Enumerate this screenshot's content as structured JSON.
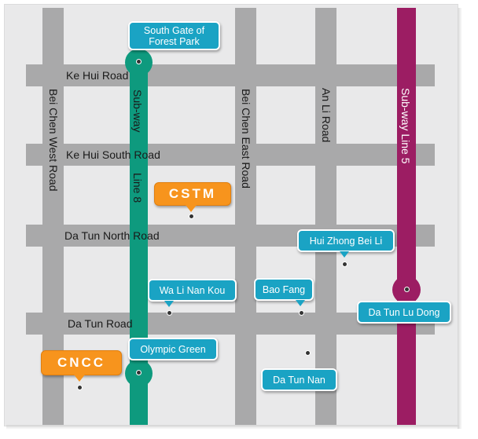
{
  "colors": {
    "background": "#e9e9ea",
    "road": "#a9a9aa",
    "subway_line_8": "#0e9a7e",
    "subway_line_5": "#9c1d63",
    "callout": "#1aa3c4",
    "highlight": "#f7941d"
  },
  "roads": {
    "ke_hui": "Ke Hui Road",
    "ke_hui_south": "Ke Hui South Road",
    "da_tun_north": "Da Tun North Road",
    "da_tun": "Da Tun Road",
    "bei_chen_west": "Bei Chen West Road",
    "bei_chen_east": "Bei Chen East  Road",
    "an_li": "An Li Road"
  },
  "subway": {
    "line8_top": "Sub-way",
    "line8_bottom": "Line 8",
    "line5": "Sub-way Line 5"
  },
  "stations": {
    "south_gate_line1": "South Gate of",
    "south_gate_line2": "Forest Park",
    "olympic_green": "Olympic Green",
    "da_tun_lu_dong": "Da Tun Lu Dong"
  },
  "places": {
    "hui_zhong_bei_li": "Hui Zhong Bei Li",
    "wa_li_nan_kou": "Wa Li Nan Kou",
    "bao_fang": "Bao Fang",
    "da_tun_nan": "Da Tun Nan"
  },
  "highlights": {
    "cstm": "CSTM",
    "cncc": "CNCC"
  }
}
